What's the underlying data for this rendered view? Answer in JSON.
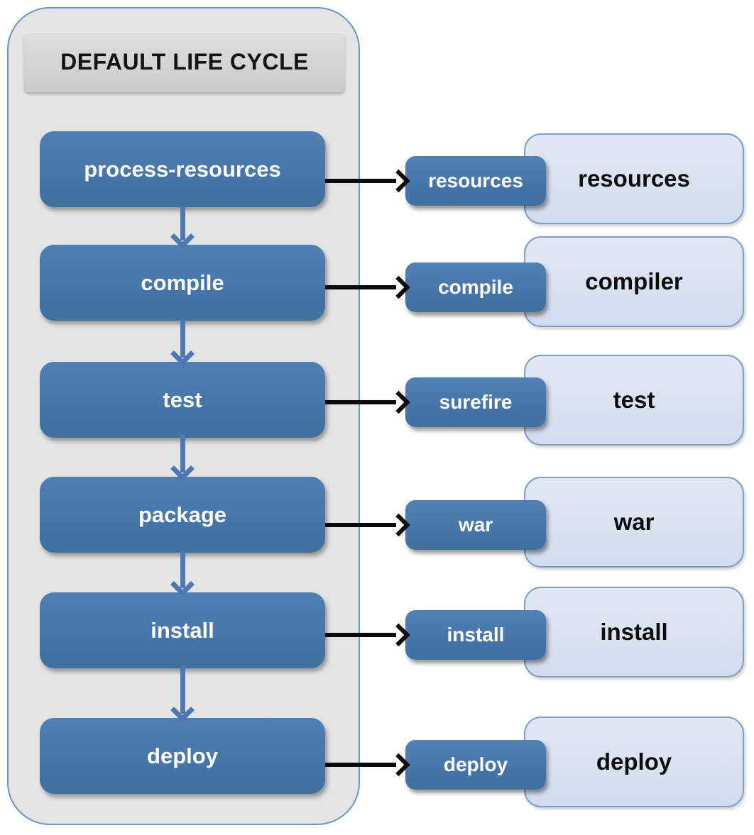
{
  "diagram": {
    "title": "DEFAULT LIFE CYCLE",
    "rows": [
      {
        "phase": "process-resources",
        "goal": "resources",
        "plugin": "resources"
      },
      {
        "phase": "compile",
        "goal": "compile",
        "plugin": "compiler"
      },
      {
        "phase": "test",
        "goal": "surefire",
        "plugin": "test"
      },
      {
        "phase": "package",
        "goal": "war",
        "plugin": "war"
      },
      {
        "phase": "install",
        "goal": "install",
        "plugin": "install"
      },
      {
        "phase": "deploy",
        "goal": "deploy",
        "plugin": "deploy"
      }
    ]
  },
  "icons": {
    "flow_arrow": "→",
    "sequence_arrow": "↓"
  },
  "colors": {
    "phase_box_blue": "#4776aa",
    "goal_box_blue": "#4776aa",
    "plugin_box_fill": "#d8e2f1",
    "plugin_box_border": "#7f9fc6",
    "panel_fill": "#e4e4e4",
    "panel_border": "#6d96c3",
    "header_fill": "#d4d4d4",
    "sequence_arrow_blue": "#4d78b5",
    "flow_arrow_black": "#0b0b0b",
    "phase_text": "#ffffff",
    "plugin_text": "#0d0d0d",
    "title_text": "#141414"
  }
}
